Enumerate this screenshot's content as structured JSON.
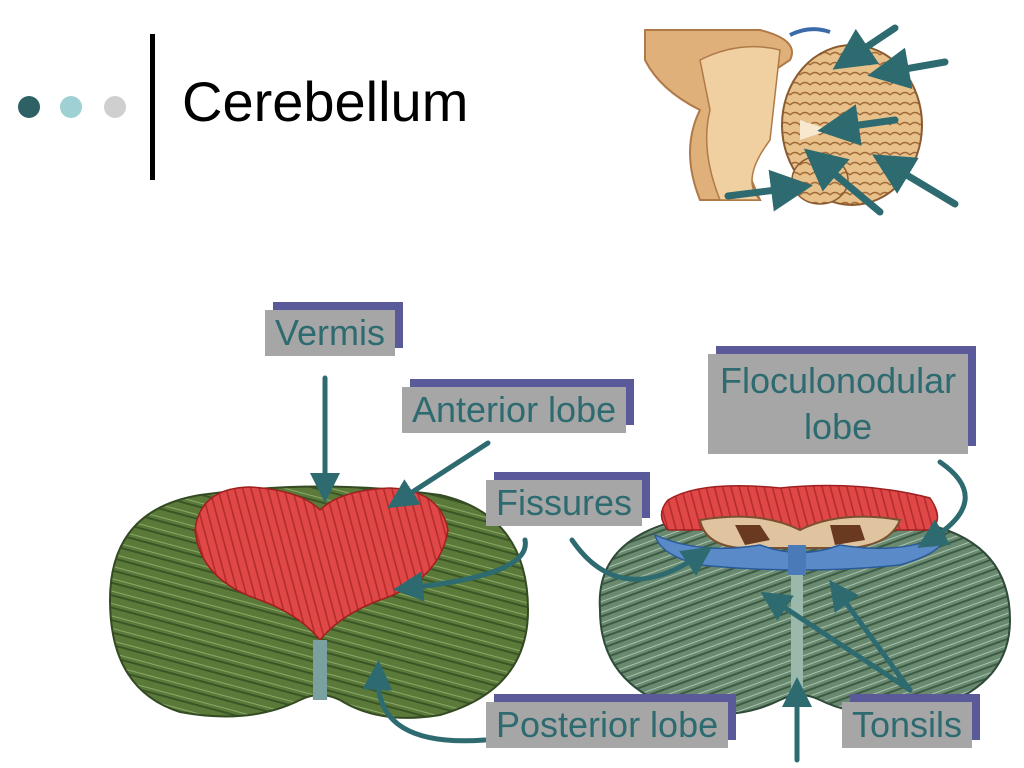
{
  "slide": {
    "title": "Cerebellum",
    "bullet_colors": [
      "#2e6166",
      "#9fd0d3",
      "#cfcfcf"
    ]
  },
  "labels": {
    "vermis": "Vermis",
    "anterior_lobe": "Anterior lobe",
    "floculonodular_line1": "Floculonodular",
    "floculonodular_line2": "lobe",
    "fissures": "Fissures",
    "posterior_lobe": "Posterior lobe",
    "tonsils": "Tonsils"
  },
  "colors": {
    "arrow": "#2e6b70",
    "label_bg": "#a6a6a6",
    "label_shadow": "#5a5a9a",
    "cerebellum_green": "#5b7a3a",
    "anterior_red": "#e04848",
    "floculonodular_blue": "#5a8ac8",
    "sagittal_tan": "#d9a56c"
  }
}
